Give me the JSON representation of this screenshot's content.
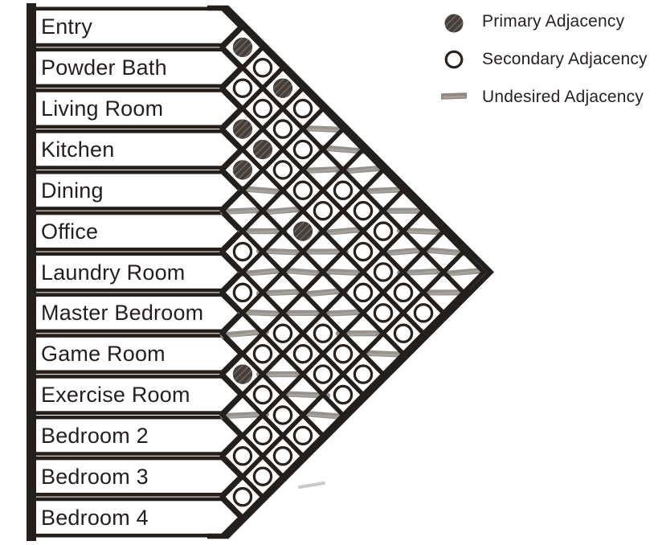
{
  "diagram": {
    "kind": "room-adjacency-matrix",
    "legend": {
      "items": [
        {
          "type": "primary",
          "label": "Primary Adjacency"
        },
        {
          "type": "secondary",
          "label": "Secondary Adjacency"
        },
        {
          "type": "undesired",
          "label": "Undesired Adjacency"
        }
      ]
    },
    "rooms": [
      "Entry",
      "Powder Bath",
      "Living Room",
      "Kitchen",
      "Dining",
      "Office",
      "Laundry Room",
      "Master Bedroom",
      "Game Room",
      "Exercise Room",
      "Bedroom 2",
      "Bedroom 3",
      "Bedroom 4"
    ],
    "adjacency_types": {
      "P": "primary",
      "S": "secondary",
      "U": "undesired"
    },
    "pairs": [
      [
        1,
        2,
        "P"
      ],
      [
        2,
        3,
        "S"
      ],
      [
        3,
        4,
        "P"
      ],
      [
        4,
        5,
        "P"
      ],
      [
        5,
        6,
        "U"
      ],
      [
        6,
        7,
        "S"
      ],
      [
        7,
        8,
        "S"
      ],
      [
        8,
        9,
        "U"
      ],
      [
        9,
        10,
        "P"
      ],
      [
        10,
        11,
        "U"
      ],
      [
        11,
        12,
        "S"
      ],
      [
        12,
        13,
        "S"
      ],
      [
        1,
        3,
        "S"
      ],
      [
        2,
        4,
        "S"
      ],
      [
        3,
        5,
        "P"
      ],
      [
        4,
        6,
        "U"
      ],
      [
        5,
        7,
        "U"
      ],
      [
        6,
        8,
        "U"
      ],
      [
        7,
        9,
        "U"
      ],
      [
        8,
        10,
        "S"
      ],
      [
        9,
        11,
        "S"
      ],
      [
        10,
        12,
        "S"
      ],
      [
        11,
        13,
        "S"
      ],
      [
        1,
        4,
        "P"
      ],
      [
        2,
        5,
        "S"
      ],
      [
        3,
        6,
        "S"
      ],
      [
        4,
        7,
        "U"
      ],
      [
        5,
        8,
        "U"
      ],
      [
        6,
        9,
        "U"
      ],
      [
        7,
        10,
        "S"
      ],
      [
        8,
        11,
        "U"
      ],
      [
        9,
        12,
        "S"
      ],
      [
        10,
        13,
        "S"
      ],
      [
        1,
        5,
        "S"
      ],
      [
        2,
        6,
        "S"
      ],
      [
        3,
        7,
        "S"
      ],
      [
        4,
        8,
        "P"
      ],
      [
        5,
        9,
        "U"
      ],
      [
        6,
        10,
        "U"
      ],
      [
        7,
        11,
        "S"
      ],
      [
        8,
        12,
        "U"
      ],
      [
        9,
        13,
        "S"
      ],
      [
        1,
        6,
        "U"
      ],
      [
        2,
        7,
        "U"
      ],
      [
        3,
        8,
        "S"
      ],
      [
        4,
        9,
        "U"
      ],
      [
        5,
        10,
        "U"
      ],
      [
        6,
        11,
        "S"
      ],
      [
        7,
        12,
        "S"
      ],
      [
        8,
        13,
        "U"
      ],
      [
        1,
        7,
        "U"
      ],
      [
        2,
        8,
        "S"
      ],
      [
        3,
        9,
        "U"
      ],
      [
        4,
        10,
        "U"
      ],
      [
        5,
        11,
        "U"
      ],
      [
        6,
        12,
        "S"
      ],
      [
        7,
        13,
        "S"
      ],
      [
        1,
        8,
        "U"
      ],
      [
        2,
        9,
        "S"
      ],
      [
        3,
        10,
        "S"
      ],
      [
        4,
        11,
        "S"
      ],
      [
        5,
        12,
        "U"
      ],
      [
        6,
        13,
        "S"
      ],
      [
        1,
        9,
        "U"
      ],
      [
        2,
        10,
        "S"
      ],
      [
        3,
        11,
        "S"
      ],
      [
        4,
        12,
        "S"
      ],
      [
        5,
        13,
        "U"
      ],
      [
        1,
        10,
        "U"
      ],
      [
        2,
        11,
        "U"
      ],
      [
        3,
        12,
        "S"
      ],
      [
        4,
        13,
        "S"
      ],
      [
        1,
        11,
        "U"
      ],
      [
        2,
        12,
        "U"
      ],
      [
        3,
        13,
        "S"
      ],
      [
        1,
        12,
        "U"
      ],
      [
        2,
        13,
        "U"
      ],
      [
        1,
        13,
        "U"
      ]
    ],
    "colors": {
      "ink": "#251f1c",
      "primary_fill": "#453e3a",
      "primary_hatch": "#6f6761",
      "scribble": "#8d8884",
      "scribble_light": "#aba69f",
      "text": "#272220",
      "background": "#ffffff"
    }
  }
}
